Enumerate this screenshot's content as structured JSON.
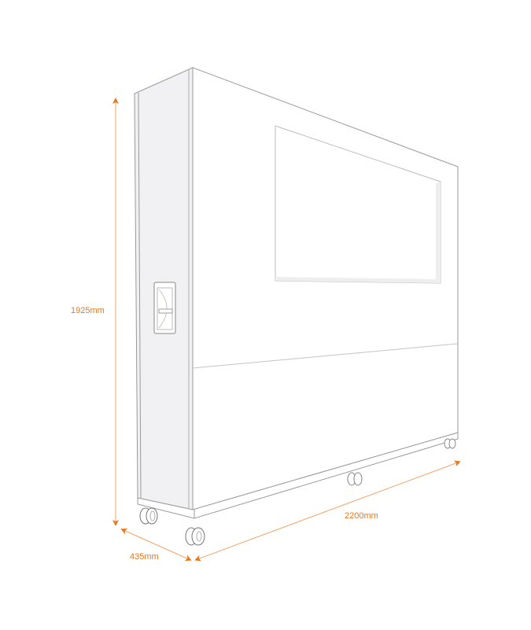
{
  "diagram": {
    "subject": "Mobile partition / screen on castors with window panel and recessed handle",
    "colors": {
      "outline": "#9a9a9a",
      "side_fill": "#f1f1f3",
      "front_fill": "#ffffff",
      "dimension": "#e8781e"
    },
    "dimensions": {
      "height": "1925mm",
      "depth": "435mm",
      "width": "2200mm"
    },
    "parts": [
      "side-panel",
      "front-panel",
      "window-panel",
      "recessed-handle",
      "base-plinth",
      "castor-wheels"
    ]
  }
}
